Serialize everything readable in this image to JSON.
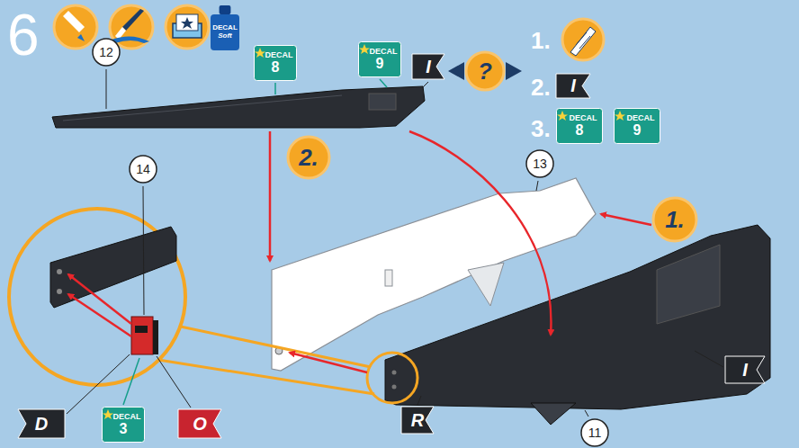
{
  "diagram": {
    "nodes": [
      {
        "text": [
          "DECAL",
          "Soft"
        ]
      },
      {
        "text": [
          "12"
        ]
      },
      {
        "text": [
          "DECAL",
          "8"
        ]
      },
      {
        "text": [
          "DECAL",
          "9"
        ]
      },
      {
        "text": [
          "I"
        ]
      },
      {
        "text": [
          "?"
        ]
      },
      {
        "text": [
          "I"
        ]
      },
      {
        "text": [
          "DECAL",
          "8"
        ]
      },
      {
        "text": [
          "DECAL",
          "9"
        ]
      },
      {
        "text": [
          "2."
        ]
      },
      {
        "text": [
          "13"
        ]
      },
      {
        "text": [
          "14"
        ]
      },
      {
        "text": [
          "1."
        ]
      },
      {
        "text": [
          "I"
        ]
      },
      {
        "text": [
          "D"
        ]
      },
      {
        "text": [
          "DECAL",
          "3"
        ]
      },
      {
        "text": [
          "O"
        ]
      },
      {
        "text": [
          "R"
        ]
      },
      {
        "text": [
          "11"
        ]
      }
    ],
    "labels": [
      "6",
      "1.",
      "2.",
      "3."
    ]
  }
}
